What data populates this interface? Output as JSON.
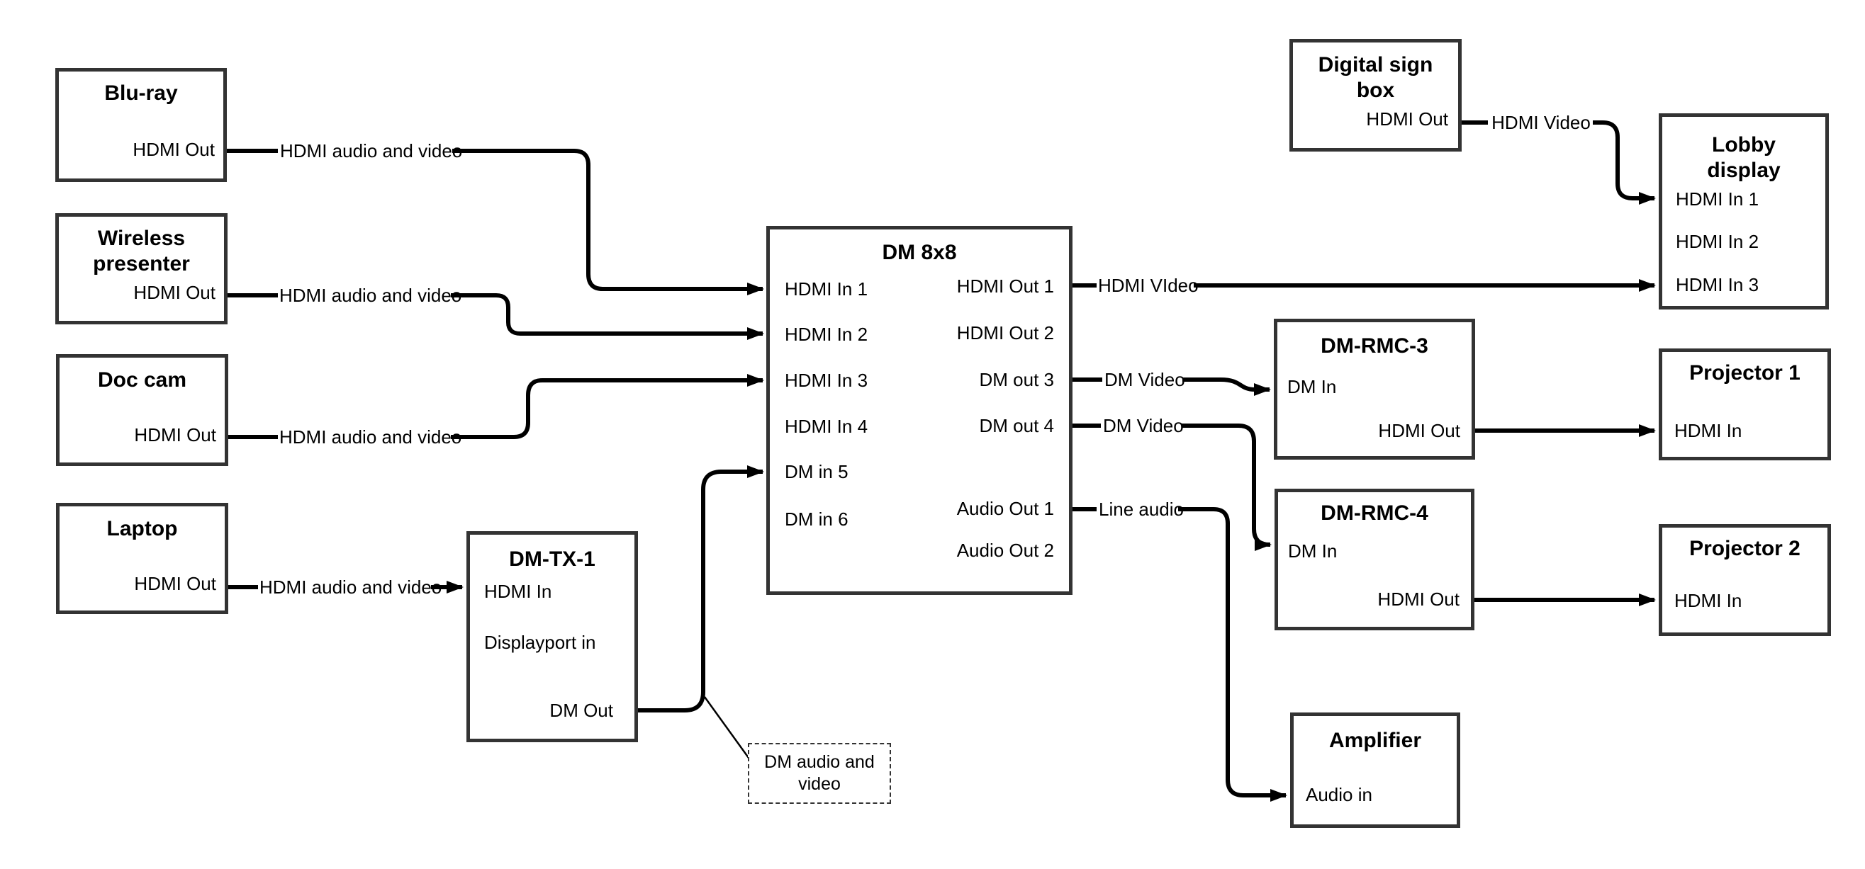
{
  "canvas": {
    "background": "#ffffff",
    "line_color": "#000000",
    "box_border_color": "#333333"
  },
  "nodes": {
    "blu_ray": {
      "title": "Blu-ray",
      "port_hdmi_out": "HDMI Out"
    },
    "wireless_presenter": {
      "title": "Wireless presenter",
      "port_hdmi_out": "HDMI Out"
    },
    "doc_cam": {
      "title": "Doc cam",
      "port_hdmi_out": "HDMI Out"
    },
    "laptop": {
      "title": "Laptop",
      "port_hdmi_out": "HDMI Out"
    },
    "dm_tx_1": {
      "title": "DM-TX-1",
      "port_hdmi_in": "HDMI In",
      "port_displayport_in": "Displayport in",
      "port_dm_out": "DM Out"
    },
    "dm_8x8": {
      "title": "DM 8x8",
      "inputs": [
        "HDMI In 1",
        "HDMI In 2",
        "HDMI In 3",
        "HDMI In 4",
        "DM in 5",
        "DM in 6"
      ],
      "outputs": [
        "HDMI Out 1",
        "HDMI Out 2",
        "DM out 3",
        "DM out 4",
        "Audio Out 1",
        "Audio Out 2"
      ]
    },
    "digital_sign_box": {
      "title": "Digital sign box",
      "port_hdmi_out": "HDMI Out"
    },
    "lobby_display": {
      "title": "Lobby display",
      "inputs": [
        "HDMI In 1",
        "HDMI In 2",
        "HDMI In 3"
      ]
    },
    "dm_rmc_3": {
      "title": "DM-RMC-3",
      "port_dm_in": "DM In",
      "port_hdmi_out": "HDMI Out"
    },
    "projector_1": {
      "title": "Projector 1",
      "port_hdmi_in": "HDMI In"
    },
    "dm_rmc_4": {
      "title": "DM-RMC-4",
      "port_dm_in": "DM In",
      "port_hdmi_out": "HDMI Out"
    },
    "projector_2": {
      "title": "Projector 2",
      "port_hdmi_in": "HDMI In"
    },
    "amplifier": {
      "title": "Amplifier",
      "port_audio_in": "Audio in"
    },
    "note": {
      "text": "DM audio and video"
    }
  },
  "edge_labels": {
    "bluray_to_dm8x8": "HDMI audio and video",
    "wireless_to_dm8x8": "HDMI audio and video",
    "doccam_to_dm8x8": "HDMI audio and video",
    "laptop_to_dmtx1": "HDMI audio and video",
    "hdmiout1_to_lobby": "HDMI VIdeo",
    "dmout3_to_rmc3": "DM Video",
    "dmout4_to_rmc4": "DM Video",
    "audioout1_to_amp": "Line audio",
    "digisign_to_lobby": "HDMI Video"
  }
}
